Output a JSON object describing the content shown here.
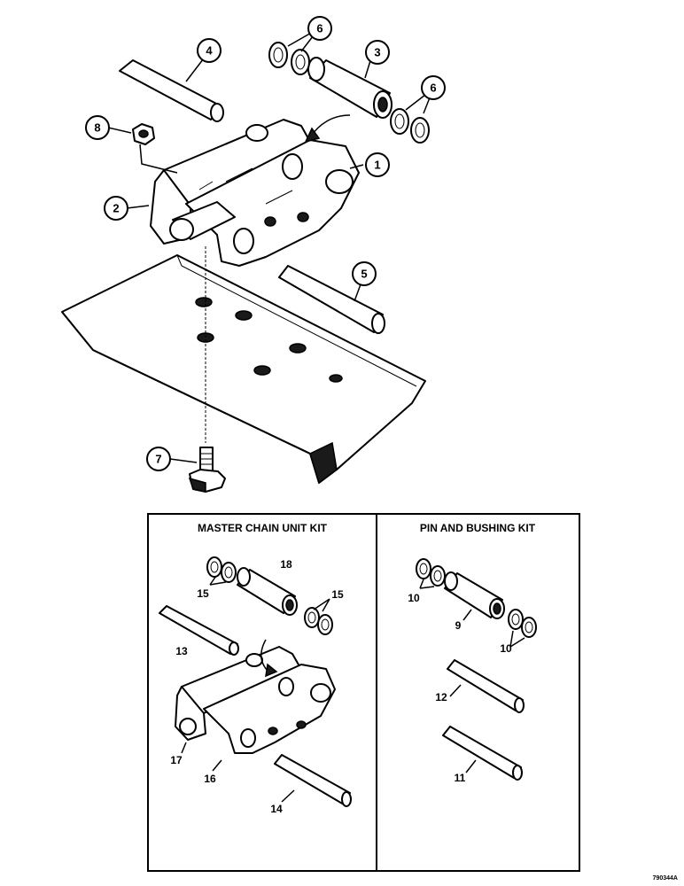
{
  "callouts": {
    "c1": "1",
    "c2": "2",
    "c3": "3",
    "c4": "4",
    "c5": "5",
    "c6a": "6",
    "c6b": "6",
    "c7": "7",
    "c8": "8"
  },
  "kits": {
    "master": {
      "title": "MASTER CHAIN UNIT KIT",
      "labels": {
        "l13": "13",
        "l14": "14",
        "l15a": "15",
        "l15b": "15",
        "l16": "16",
        "l17": "17",
        "l18": "18"
      }
    },
    "pin": {
      "title": "PIN AND BUSHING KIT",
      "labels": {
        "l9": "9",
        "l10a": "10",
        "l10b": "10",
        "l11": "11",
        "l12": "12"
      }
    }
  },
  "reference_code": "790344A"
}
